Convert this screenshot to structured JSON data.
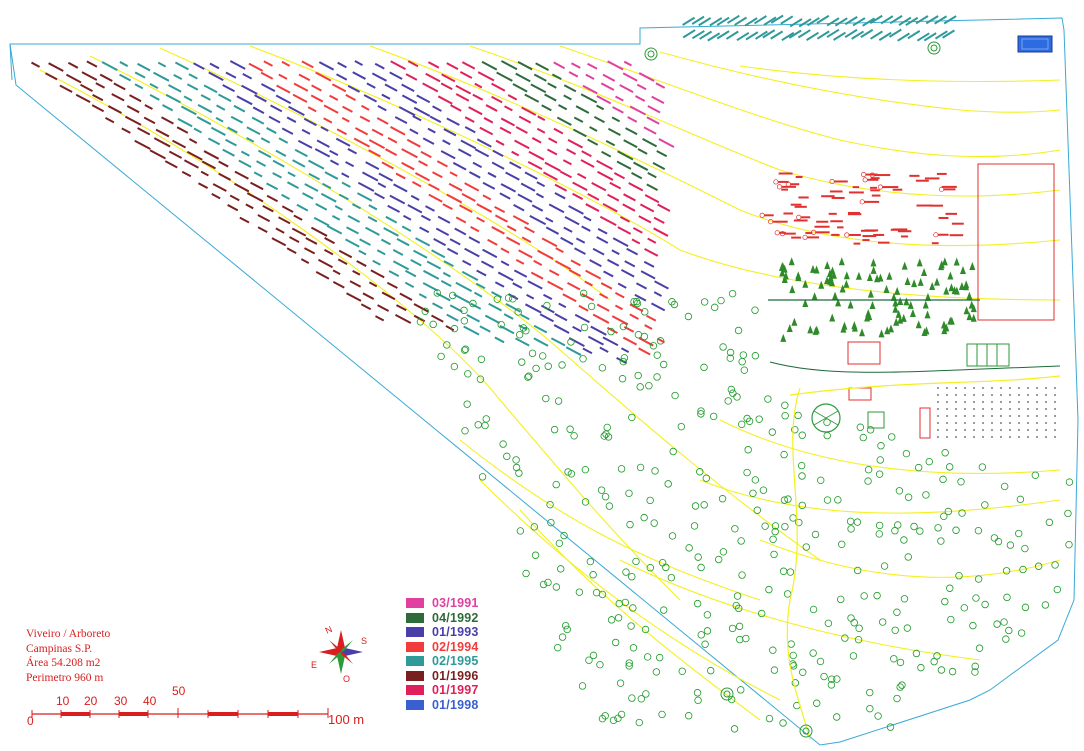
{
  "legend": [
    {
      "label": "03/1991",
      "color": "#e040a0"
    },
    {
      "label": "04/1992",
      "color": "#2e6b3a"
    },
    {
      "label": "01/1993",
      "color": "#4a3fa8"
    },
    {
      "label": "02/1994",
      "color": "#f23c3c"
    },
    {
      "label": "02/1995",
      "color": "#2e9a9a"
    },
    {
      "label": "01/1996",
      "color": "#7a1f1f"
    },
    {
      "label": "01/1997",
      "color": "#e0205a"
    },
    {
      "label": "01/1998",
      "color": "#3a5fd0"
    }
  ],
  "info": {
    "line1": "Viveiro / Arboreto",
    "line2": "Campinas S.P.",
    "line3": "Área 54.208 m2",
    "line4": "Perimetro 960 m"
  },
  "scale": {
    "ticks": [
      "0",
      "10",
      "20",
      "30",
      "40",
      "50"
    ],
    "end_label": "100 m"
  },
  "compass": {
    "n": "N",
    "s": "S",
    "e": "E",
    "o": "O"
  },
  "colors": {
    "boundary": "#3aa9d6",
    "contour": "#f3f020",
    "tree_green": "#1f9a2a",
    "text_red": "#d81e1e",
    "river": "#1e6a3a"
  }
}
